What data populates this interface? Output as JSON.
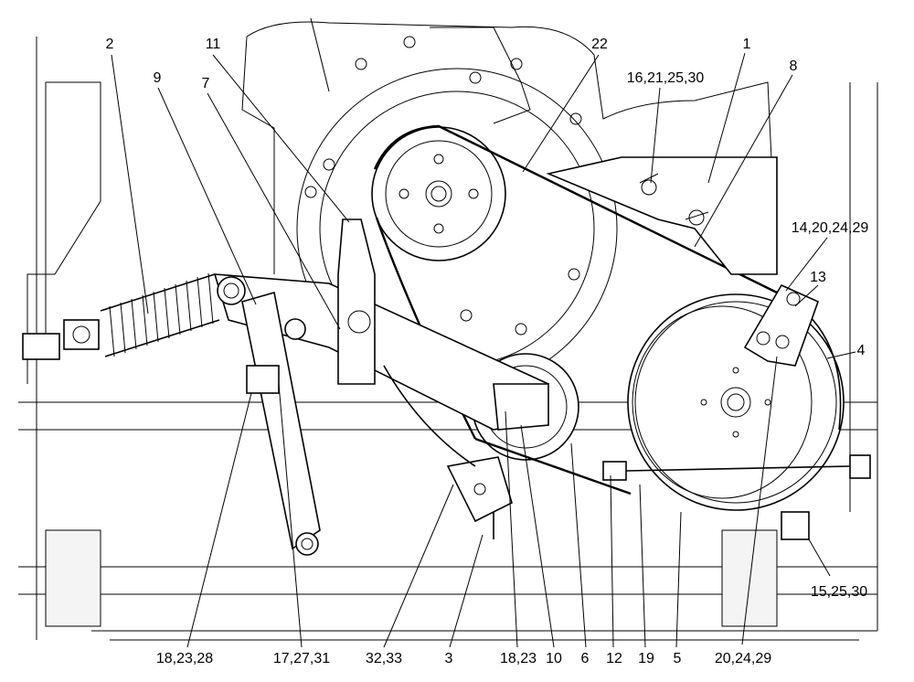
{
  "labels": [
    {
      "id": "2",
      "text": "2"
    },
    {
      "id": "9",
      "text": "9"
    },
    {
      "id": "11",
      "text": "11"
    },
    {
      "id": "7",
      "text": "7"
    },
    {
      "id": "22",
      "text": "22"
    },
    {
      "id": "16_21_25_30",
      "text": "16,21,25,30"
    },
    {
      "id": "1",
      "text": "1"
    },
    {
      "id": "8",
      "text": "8"
    },
    {
      "id": "14_20_24_29",
      "text": "14,20,24,29"
    },
    {
      "id": "13",
      "text": "13"
    },
    {
      "id": "4",
      "text": "4"
    },
    {
      "id": "15_25_30",
      "text": "15,25,30"
    },
    {
      "id": "18_23_28",
      "text": "18,23,28"
    },
    {
      "id": "17_27_31",
      "text": "17,27,31"
    },
    {
      "id": "32_33",
      "text": "32,33"
    },
    {
      "id": "3",
      "text": "3"
    },
    {
      "id": "18_23",
      "text": "18,23"
    },
    {
      "id": "10",
      "text": "10"
    },
    {
      "id": "6",
      "text": "6"
    },
    {
      "id": "12",
      "text": "12"
    },
    {
      "id": "19",
      "text": "19"
    },
    {
      "id": "5",
      "text": "5"
    },
    {
      "id": "20_24_29",
      "text": "20,24,29"
    }
  ]
}
